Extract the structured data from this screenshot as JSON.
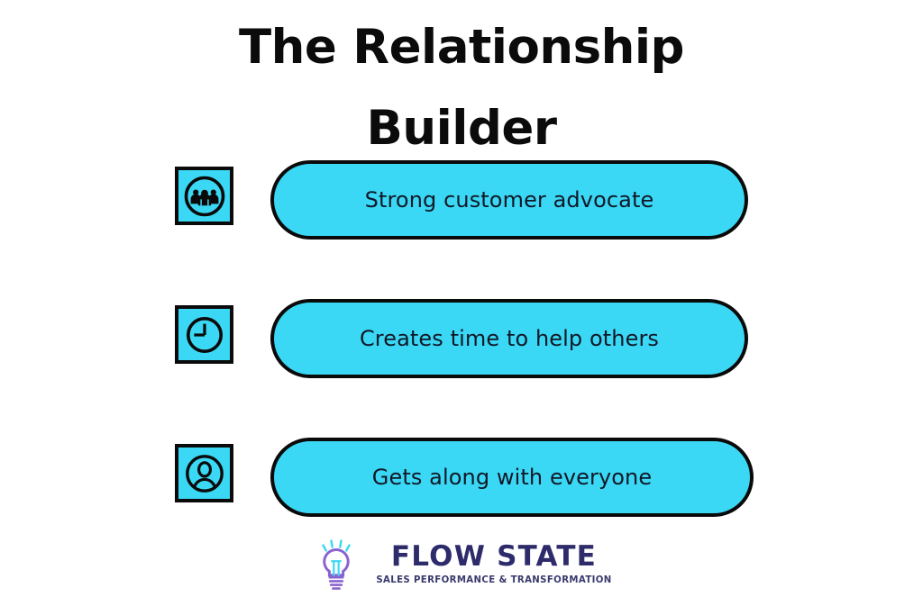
{
  "background_color": "#ffffff",
  "accent_color": "#3ad8f4",
  "outline_color": "#0a0a0a",
  "title": {
    "line1": "The Relationship",
    "line2": "Builder"
  },
  "rows": [
    {
      "icon": "group-people-icon",
      "label": "Strong customer advocate"
    },
    {
      "icon": "clock-icon",
      "label": "Creates time to help others"
    },
    {
      "icon": "person-avatar-icon",
      "label": "Gets along with everyone"
    }
  ],
  "logo": {
    "mark": "lightbulb-icon",
    "word": "FLOW STATE",
    "tagline": "SALES PERFORMANCE & TRANSFORMATION",
    "word_color": "#2e2b6b",
    "bulb_outline_color": "#8a63d2",
    "bulb_filament_color": "#3ad8f4"
  }
}
